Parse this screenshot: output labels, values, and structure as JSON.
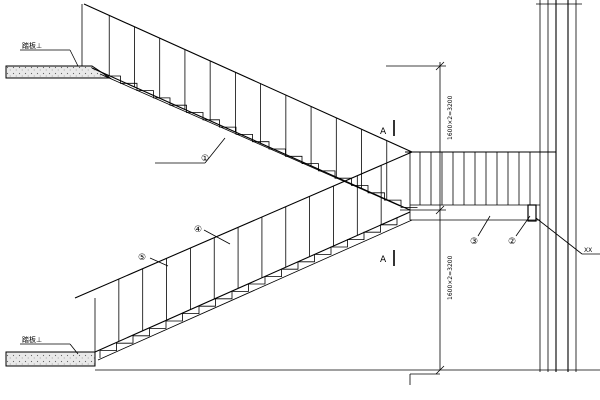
{
  "drawing": {
    "labels": {
      "floor_top": "踏板⊥",
      "floor_bottom": "踏板⊥",
      "section_mark_top": "A",
      "section_mark_bottom": "A",
      "callout_upper_flight": "①",
      "callout_lower_flight_a": "④",
      "callout_lower_flight_b": "⑤",
      "callout_landing_a": "③",
      "callout_landing_b": "②",
      "callout_right": "XX",
      "dim_upper": "1600×2=3200",
      "dim_lower": "1600×2=3200"
    }
  }
}
